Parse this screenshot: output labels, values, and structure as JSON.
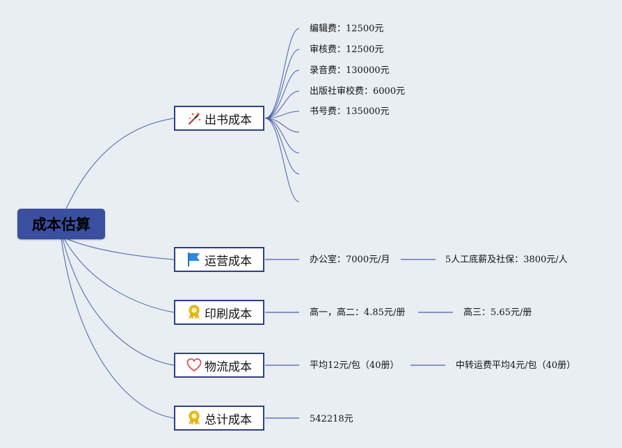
{
  "root": {
    "label": "成本估算"
  },
  "branches": [
    {
      "label": "出书成本",
      "icon": "magic-wand-icon",
      "leaves": [
        "编辑费：12500元",
        "审核费：12500元",
        "录音费：130000元",
        "出版社审校费：6000元",
        "书号费：135000元"
      ]
    },
    {
      "label": "运营成本",
      "icon": "flag-icon",
      "leaves": [
        "办公室：7000元/月",
        "5人工底薪及社保：3800元/人"
      ]
    },
    {
      "label": "印刷成本",
      "icon": "medal-icon",
      "leaves": [
        "高一，高二：4.85元/册",
        "高三：5.65元/册"
      ]
    },
    {
      "label": "物流成本",
      "icon": "heart-icon",
      "leaves": [
        "平均12元/包（40册）",
        "中转运费平均4元/包（40册）"
      ]
    },
    {
      "label": "总计成本",
      "icon": "medal-icon",
      "leaves": [
        "542218元"
      ]
    }
  ],
  "colors": {
    "background": "#e8eef2",
    "root_fill": "#3b4fa0",
    "branch_border": "#2e3e80",
    "link": "#4a5fa8"
  }
}
